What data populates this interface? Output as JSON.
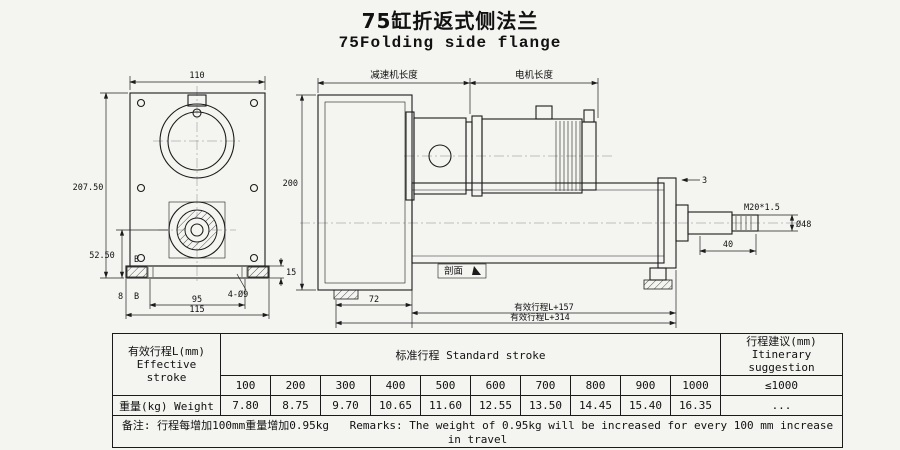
{
  "page": {
    "title_zh": "75缸折返式侧法兰",
    "title_en": "75Folding side flange"
  },
  "drawing": {
    "front": {
      "w110": "110",
      "h20750": "207.50",
      "d5250": "52.50",
      "d8": "8",
      "b1": "B",
      "b2": "B",
      "d95": "95",
      "d115": "115",
      "holes": "4-Ø9",
      "d15": "15"
    },
    "side": {
      "gearbox_len": "减速机长度",
      "motor_len": "电机长度",
      "d200": "200",
      "d72": "72",
      "d3": "3",
      "d40": "40",
      "thread": "M20*1.5",
      "dia": "Ø48",
      "section": "剖面",
      "strokeL157": "有效行程L+157",
      "strokeL314": "有效行程L+314"
    }
  },
  "table": {
    "eff_zh": "有效行程L(mm)",
    "eff_en": "Effective stroke",
    "std": "标准行程  Standard stroke",
    "sug_zh": "行程建议(mm)",
    "sug_en": "Itinerary suggestion",
    "strokes": [
      "100",
      "200",
      "300",
      "400",
      "500",
      "600",
      "700",
      "800",
      "900",
      "1000"
    ],
    "suggestion_value": "≤1000",
    "weight_label": "重量(kg) Weight",
    "weights": [
      "7.80",
      "8.75",
      "9.70",
      "10.65",
      "11.60",
      "12.55",
      "13.50",
      "14.45",
      "15.40",
      "16.35"
    ],
    "weight_suggestion": "...",
    "remark_zh": "备注: 行程每增加100mm重量增加0.95kg",
    "remark_en": "Remarks: The weight of 0.95kg will be increased for every 100 mm increase in travel"
  }
}
